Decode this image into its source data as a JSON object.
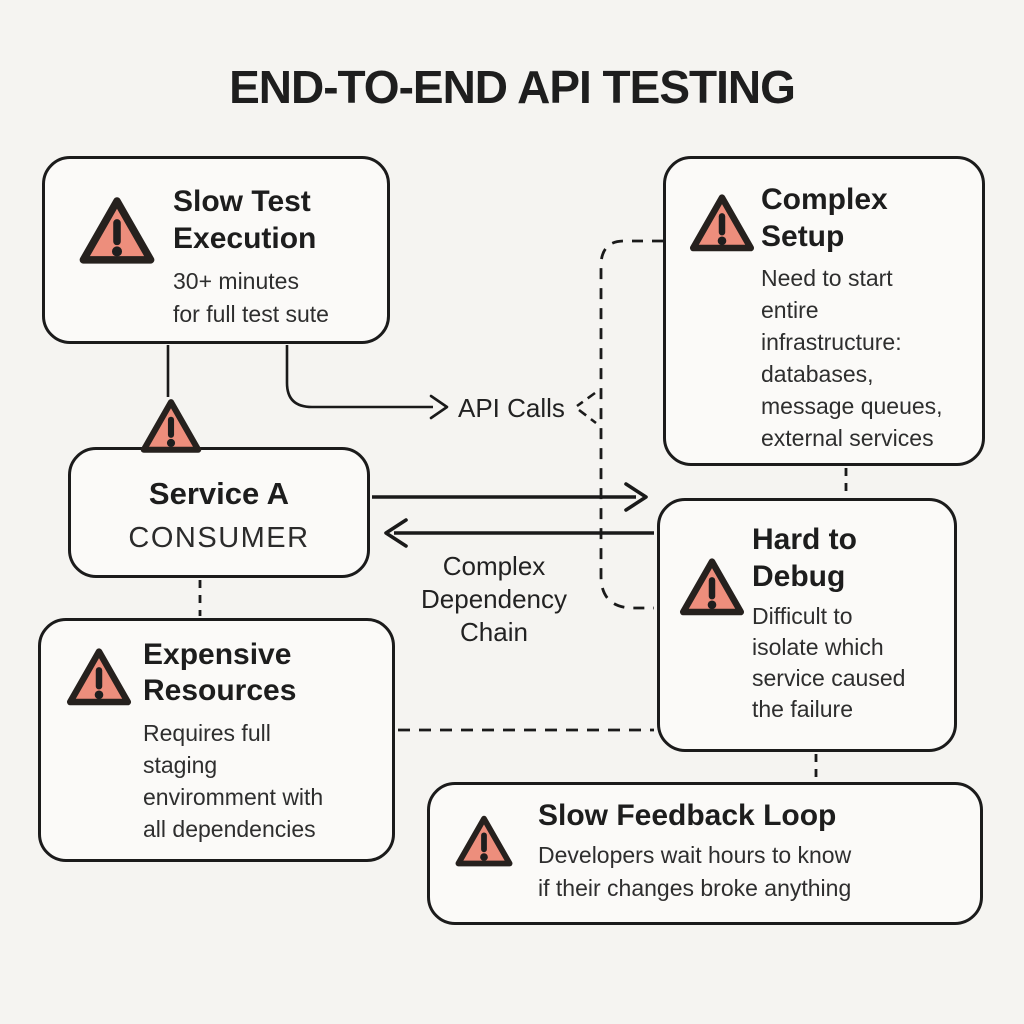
{
  "title": "END-TO-END API TESTING",
  "colors": {
    "background": "#F5F4F1",
    "box_fill": "#FBFAF8",
    "outline": "#1B1B1B",
    "warning_fill": "#ED8E7C",
    "warning_stroke": "#26211E"
  },
  "boxes": {
    "slow_test_execution": {
      "icon": "warning-icon",
      "heading_lines": [
        "Slow Test",
        "Execution"
      ],
      "body_lines": [
        "30+ minutes",
        "for full test sute"
      ]
    },
    "complex_setup": {
      "icon": "warning-icon",
      "heading_lines": [
        "Complex",
        "Setup"
      ],
      "body_lines": [
        "Need to start",
        "entire",
        "infrastructure:",
        "databases,",
        "message queues,",
        "external services"
      ]
    },
    "service_a": {
      "icon": "warning-icon",
      "name": "Service A",
      "role": "CONSUMER"
    },
    "hard_to_debug": {
      "icon": "warning-icon",
      "heading_lines": [
        "Hard to",
        "Debug"
      ],
      "body_lines": [
        "Difficult to",
        "isolate which",
        "service caused",
        "the failure"
      ]
    },
    "expensive_resources": {
      "icon": "warning-icon",
      "heading_lines": [
        "Expensive",
        "Resources"
      ],
      "body_lines": [
        "Requires full",
        "staging",
        "enviromment with",
        "all dependencies"
      ]
    },
    "slow_feedback_loop": {
      "icon": "warning-icon",
      "heading_lines": [
        "Slow Feedback Loop"
      ],
      "body_lines": [
        "Developers wait hours to know",
        "if their changes broke anything"
      ]
    }
  },
  "labels": {
    "api_calls": "API Calls",
    "dependency_chain_lines": [
      "Complex",
      "Dependency",
      "Chain"
    ]
  }
}
